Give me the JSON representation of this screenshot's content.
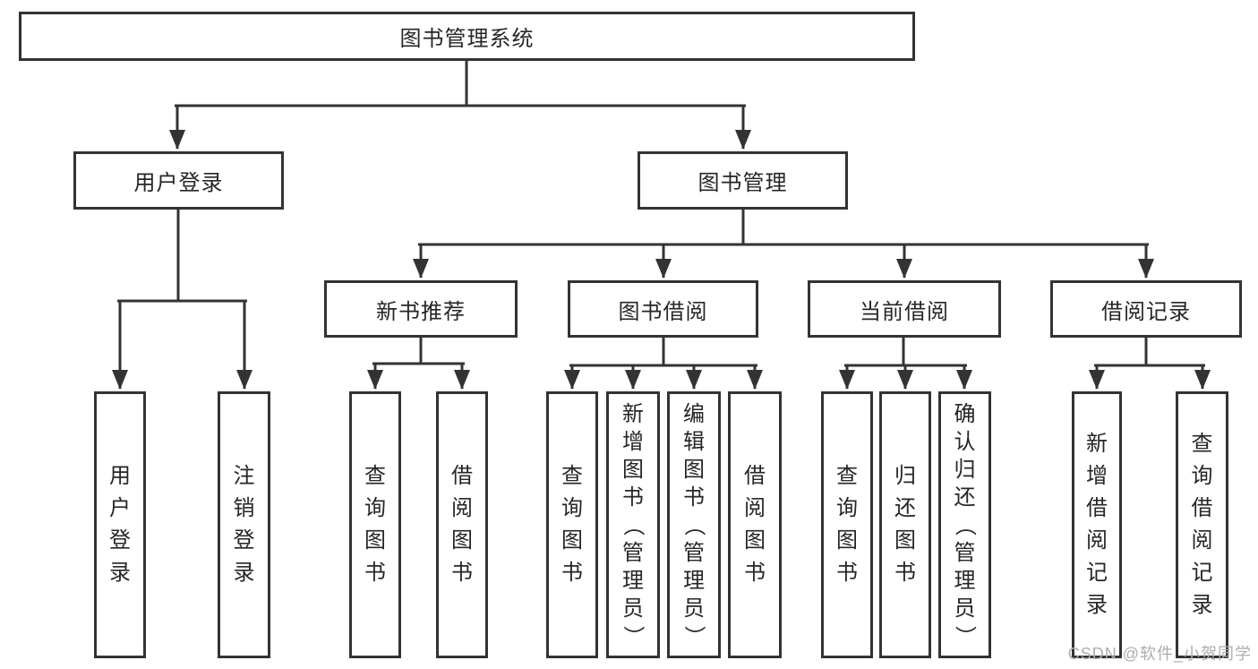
{
  "diagram": {
    "title": "图书管理系统",
    "type": "function-structure-tree",
    "nodes": {
      "root": "图书管理系统",
      "user_login": "用户登录",
      "book_management": "图书管理",
      "new_book_recommend": "新书推荐",
      "book_borrow": "图书借阅",
      "current_borrow": "当前借阅",
      "borrow_record": "借阅记录",
      "leaf_user_login": "用户登录",
      "leaf_logout": "注销登录",
      "leaf_recommend_query": "查询图书",
      "leaf_recommend_borrow": "借阅图书",
      "leaf_borrow_query": "查询图书",
      "leaf_borrow_add": "新增图书（管理员）",
      "leaf_borrow_edit": "编辑图书（管理员）",
      "leaf_borrow_lend": "借阅图书",
      "leaf_current_query": "查询图书",
      "leaf_current_return": "归还图书",
      "leaf_current_confirm": "确认归还（管理员）",
      "leaf_record_add": "新增借阅记录",
      "leaf_record_query": "查询借阅记录"
    },
    "hierarchy": {
      "图书管理系统": {
        "用户登录": [
          "用户登录",
          "注销登录"
        ],
        "图书管理": {
          "新书推荐": [
            "查询图书",
            "借阅图书"
          ],
          "图书借阅": [
            "查询图书",
            "新增图书（管理员）",
            "编辑图书（管理员）",
            "借阅图书"
          ],
          "当前借阅": [
            "查询图书",
            "归还图书",
            "确认归还（管理员）"
          ],
          "借阅记录": [
            "新增借阅记录",
            "查询借阅记录"
          ]
        }
      }
    },
    "colors": {
      "line": "#333333",
      "box_border": "#333333",
      "box_fill": "#ffffff",
      "text": "#262626",
      "watermark_text": "#aeaeae",
      "background": "#ffffff"
    }
  },
  "watermark": "CSDN @软件_小贺同学"
}
